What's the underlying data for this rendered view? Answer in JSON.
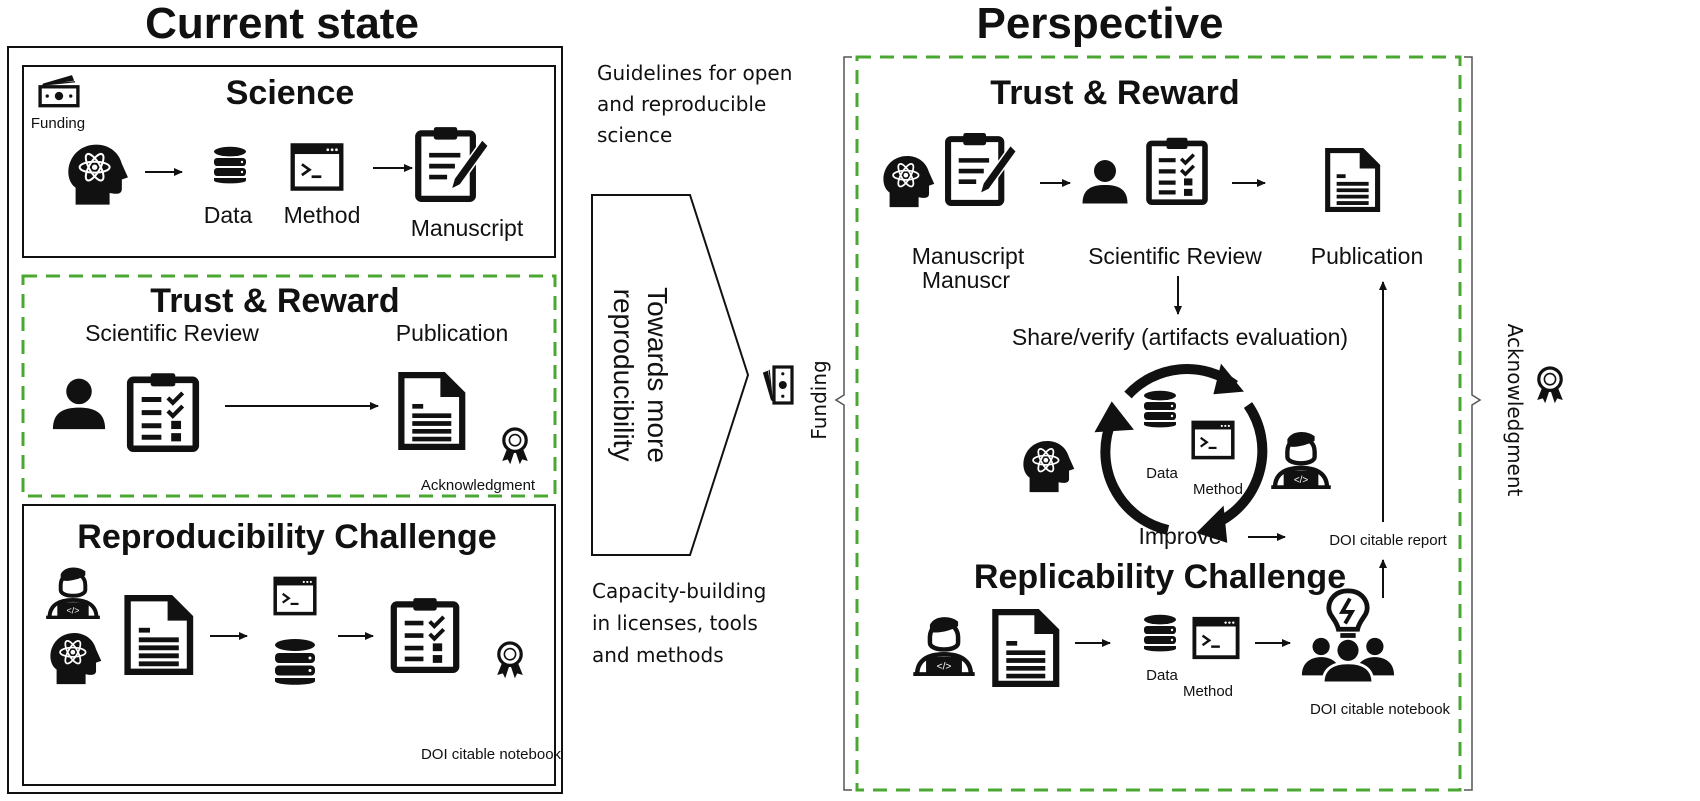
{
  "colors": {
    "accent_dashed": "#4aa832",
    "ink": "#111111"
  },
  "current_state": {
    "title": "Current state",
    "science": {
      "title": "Science",
      "funding": "Funding",
      "data": "Data",
      "method": "Method",
      "manuscript": "Manuscript"
    },
    "trust_reward": {
      "title": "Trust & Reward",
      "review": "Scientific Review",
      "publication": "Publication",
      "acknowledgment": "Acknowledgment"
    },
    "reproducibility": {
      "title": "Reproducibility Challenge",
      "notebook": "DOI citable notebook"
    }
  },
  "middle": {
    "guidelines": [
      "Guidelines for open",
      "and reproducible",
      "science"
    ],
    "arrow": [
      "Towards more",
      "reproducibility"
    ],
    "funding": "Funding",
    "capacity": [
      "Capacity-building",
      "in licenses, tools",
      "and methods"
    ]
  },
  "perspective": {
    "title": "Perspective",
    "trust_reward": {
      "title": "Trust & Reward",
      "manuscript": "Manuscript",
      "manuscript_dup": "Manuscr",
      "review": "Scientific Review",
      "publication": "Publication"
    },
    "share_verify": "Share/verify (artifacts evaluation)",
    "data": "Data",
    "method": "Method",
    "improve": "Improve",
    "report": "DOI citable report",
    "replicability": {
      "title": "Replicability Challenge",
      "data": "Data",
      "method": "Method",
      "notebook": "DOI citable notebook"
    },
    "acknowledgment": "Acknowledgment"
  },
  "icons": [
    "money-icon",
    "brain-head-icon",
    "database-icon",
    "terminal-icon",
    "clipboard-pen-icon",
    "person-icon",
    "clipboard-check-icon",
    "document-icon",
    "award-icon",
    "coder-icon",
    "group-idea-icon",
    "cycle-arrows-icon"
  ]
}
